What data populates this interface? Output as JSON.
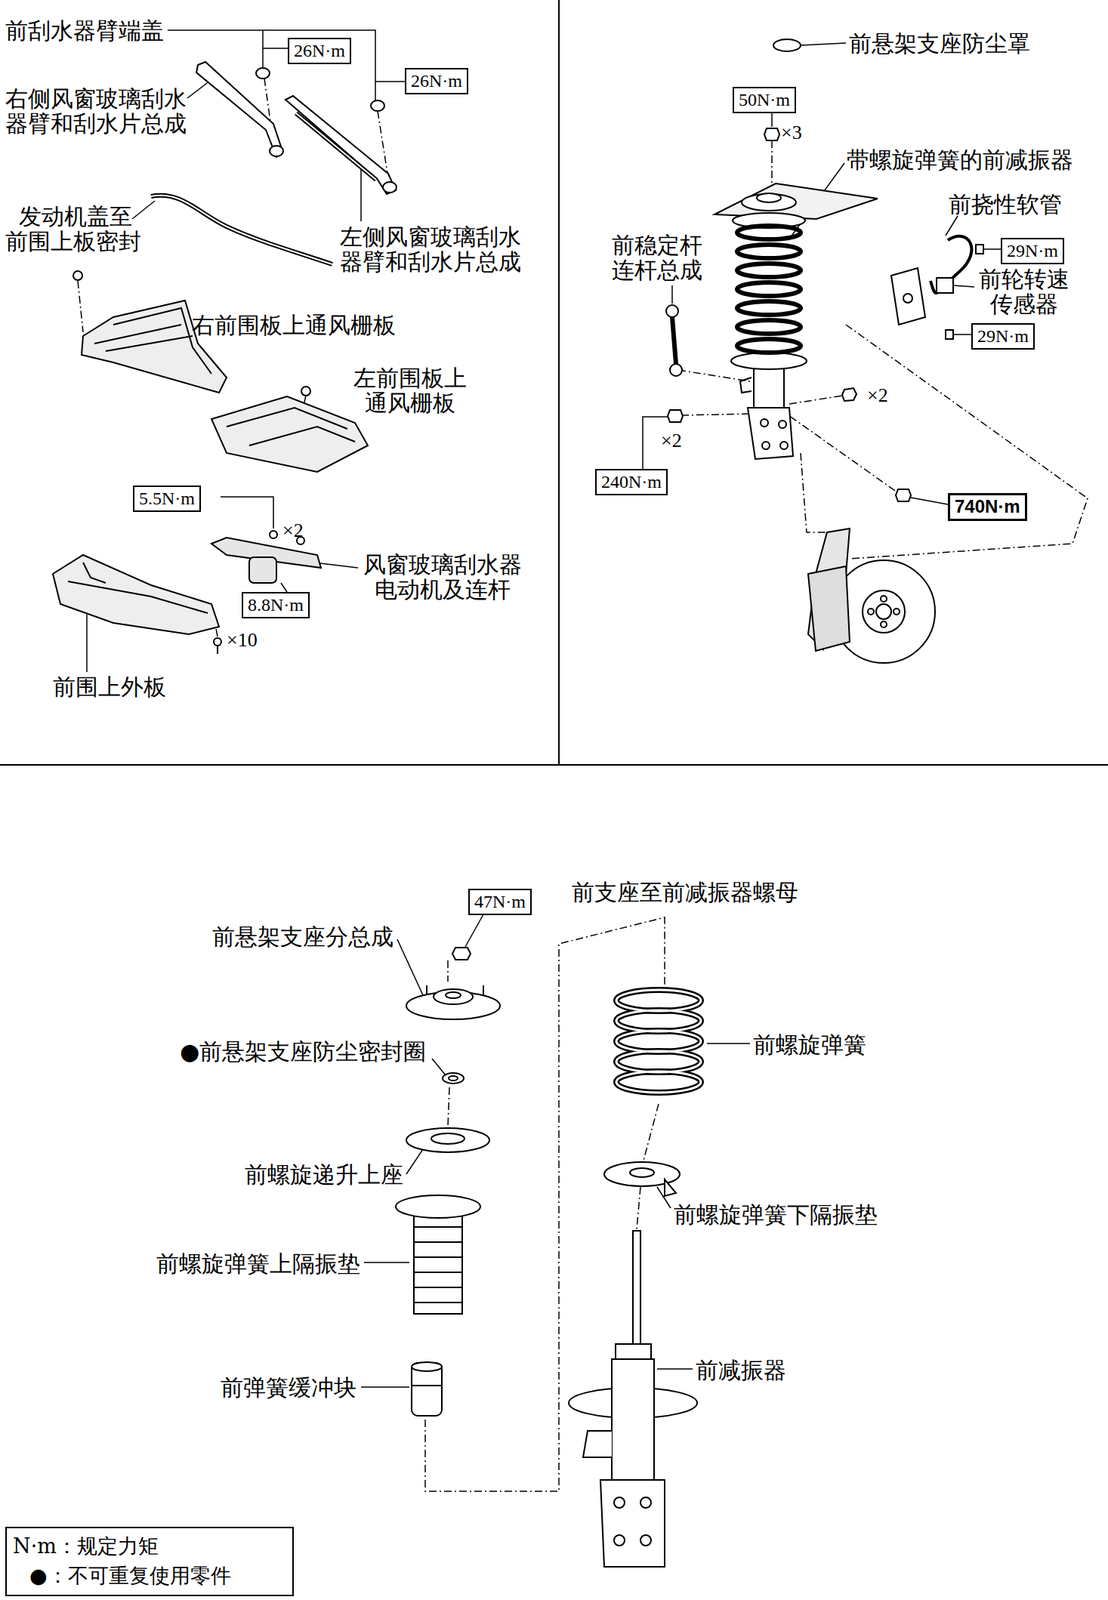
{
  "diagram": {
    "nodes": [
      {
        "text": [
          "26N·m"
        ]
      },
      {
        "text": [
          "26N·m"
        ]
      },
      {
        "text": [
          "5.5N·m"
        ]
      },
      {
        "text": [
          "8.8N·m"
        ]
      },
      {
        "text": [
          "50N·m"
        ]
      },
      {
        "text": [
          "29N·m"
        ]
      },
      {
        "text": [
          "29N·m"
        ]
      },
      {
        "text": [
          "240N·m"
        ]
      },
      {
        "text": [
          "740N·m"
        ]
      },
      {
        "text": [
          "47N·m"
        ]
      }
    ],
    "labels": [
      "前刮水器臂端盖",
      "右侧风窗玻璃刮水器臂和刮水片总成",
      "左侧风窗玻璃刮水器臂和刮水片总成",
      "发动机盖至前围上板密封",
      "右前围板上通风栅板",
      "左前围板上通风栅板",
      "×2",
      "风窗玻璃刮水器电动机及连杆",
      "×10",
      "前围上外板",
      "前悬架支座防尘罩",
      "×3",
      "带螺旋弹簧的前减振器",
      "前挠性软管",
      "前稳定杆连杆总成",
      "前轮转速传感器",
      "×2",
      "×2",
      "前支座至前减振器螺母",
      "前悬架支座分总成",
      "●前悬架支座防尘密封圈",
      "前螺旋弹簧",
      "前螺旋递升上座",
      "前螺旋弹簧下隔振垫",
      "前螺旋弹簧上隔振垫",
      "前减振器",
      "前弹簧缓冲块"
    ],
    "legend": [
      {
        "text": "N·m：规定力矩"
      },
      {
        "text": "●：不可重复使用零件"
      }
    ]
  }
}
